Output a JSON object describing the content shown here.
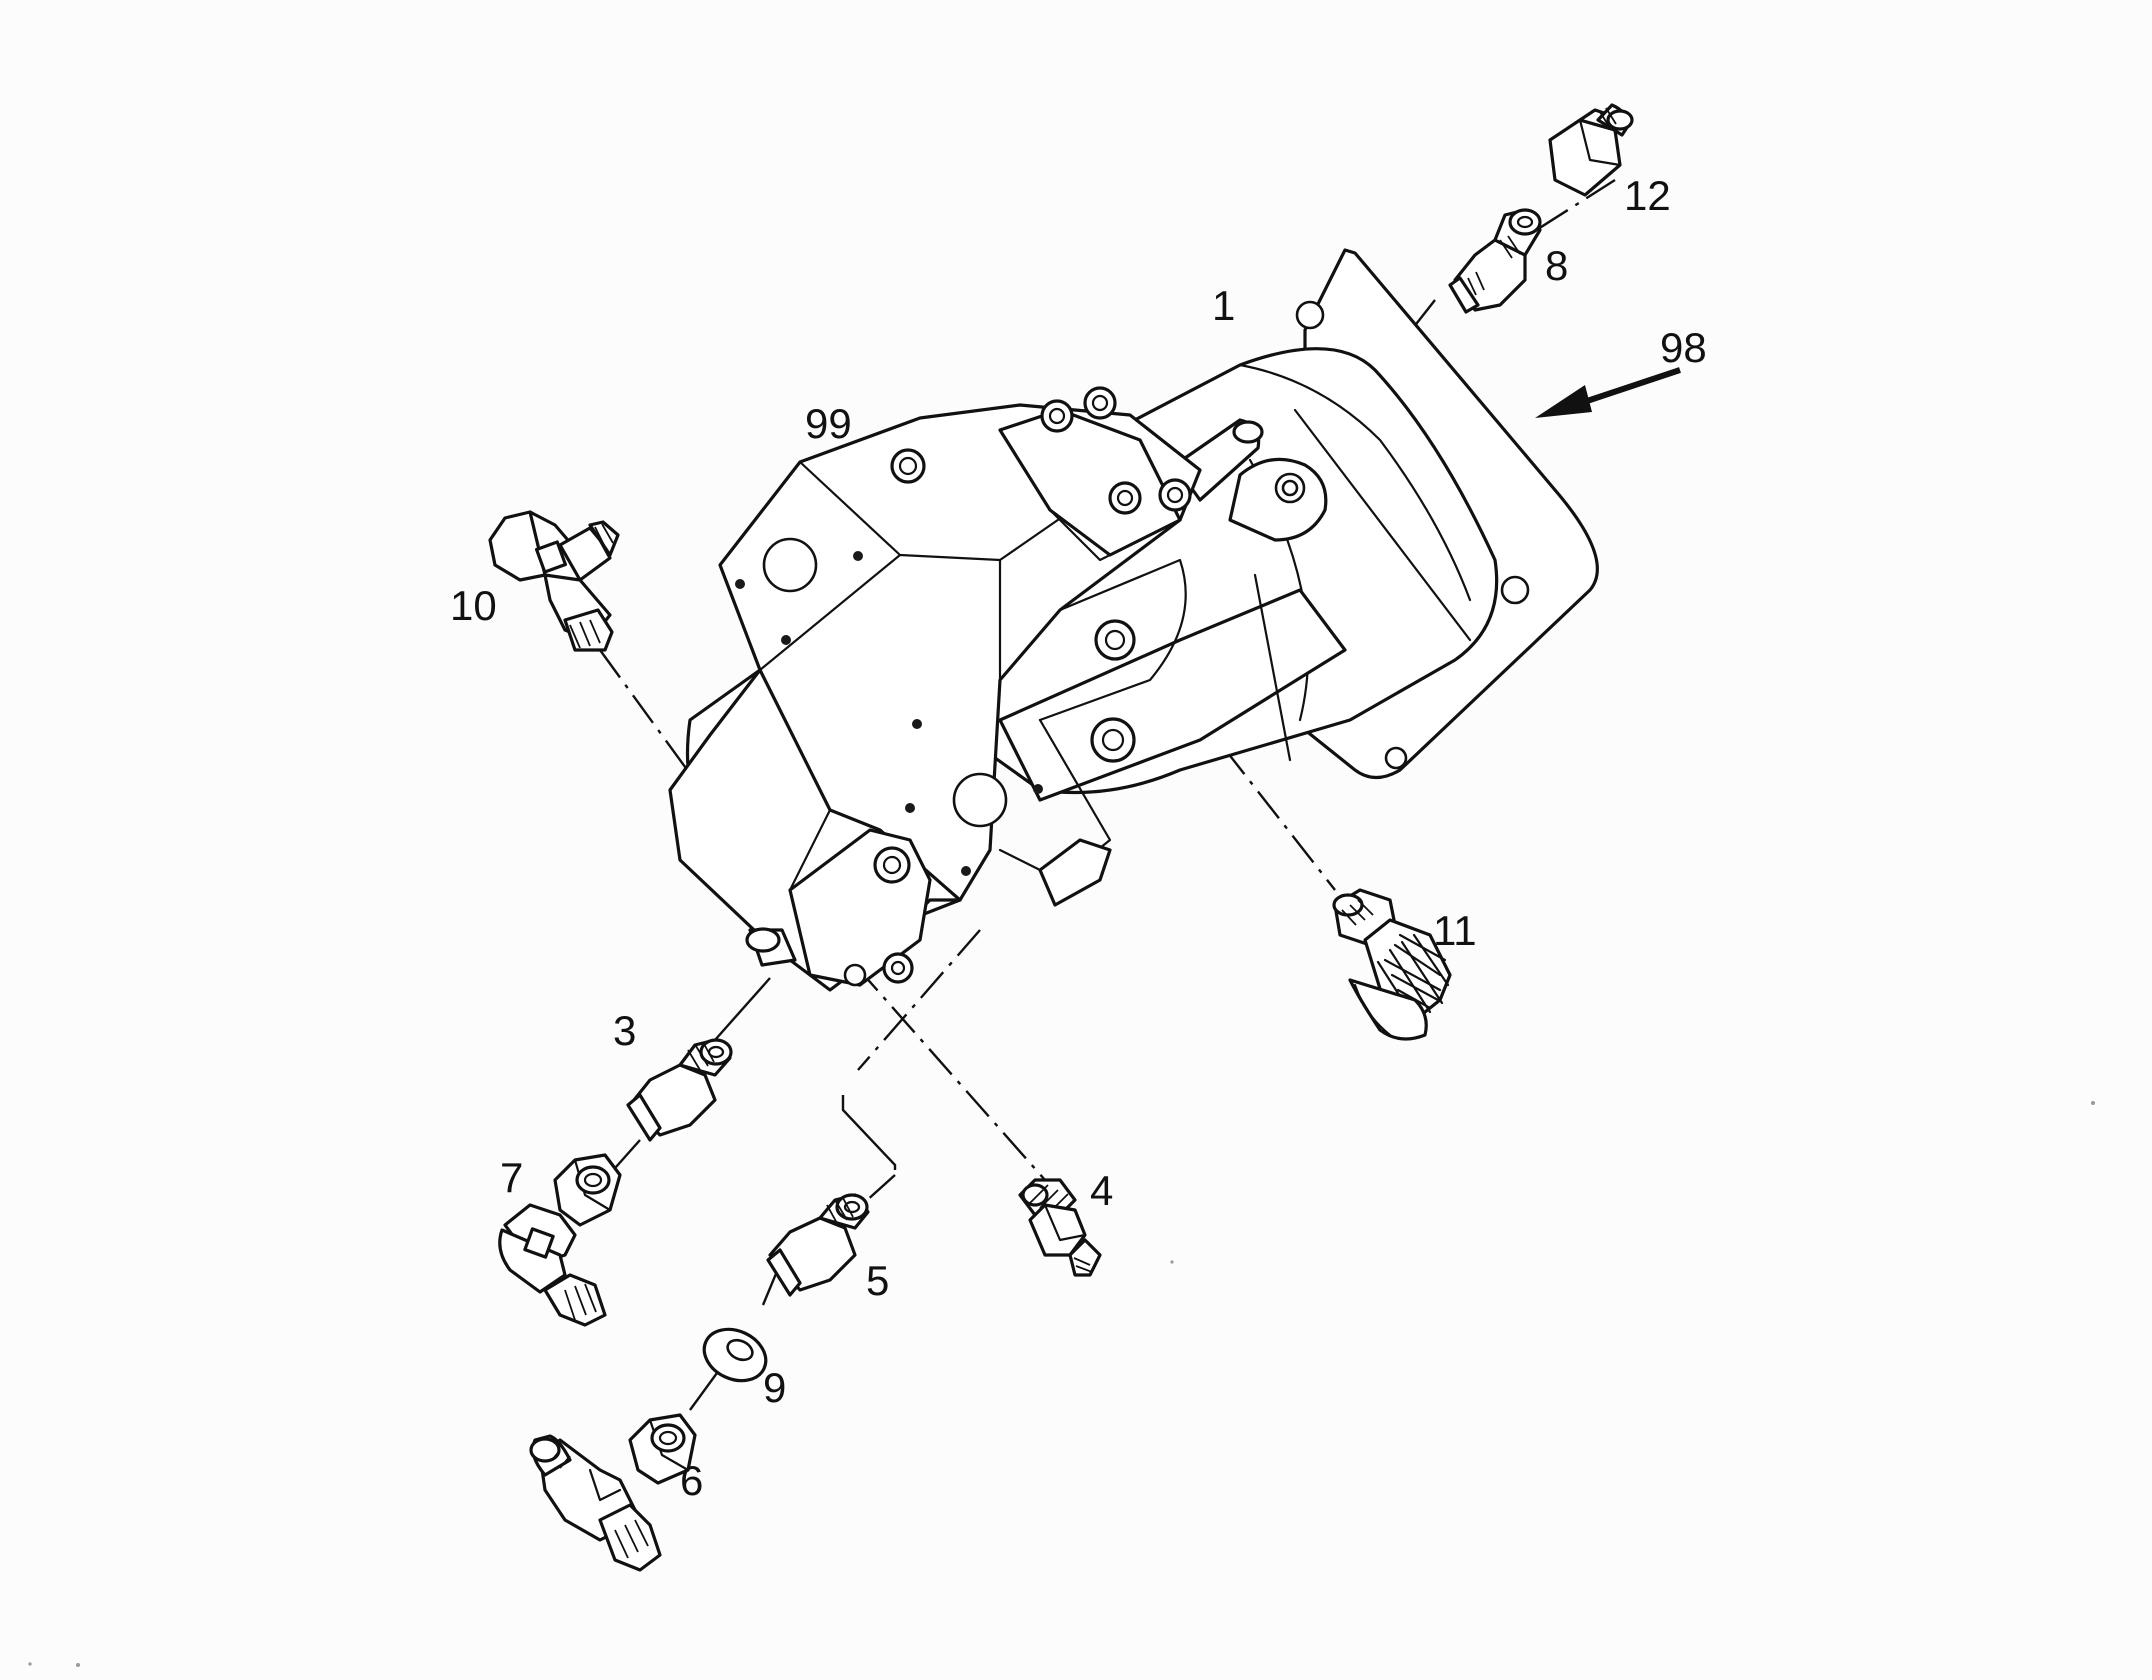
{
  "callouts": {
    "part_1": "1",
    "part_3": "3",
    "part_4": "4",
    "part_5": "5",
    "part_6": "6",
    "part_7": "7",
    "part_8": "8",
    "part_9": "9",
    "part_10": "10",
    "part_11": "11",
    "part_12": "12",
    "part_98": "98",
    "part_99": "99"
  }
}
